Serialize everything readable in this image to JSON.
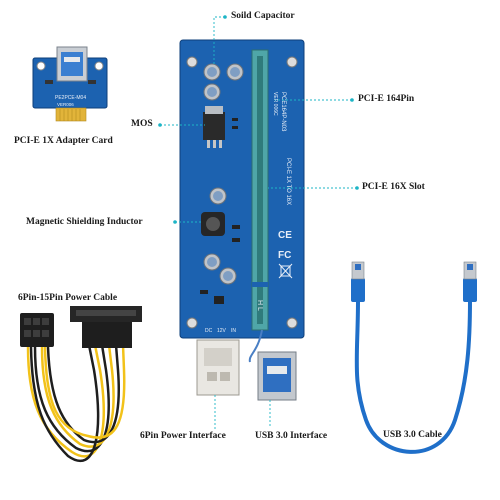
{
  "labels": {
    "capacitor": "Soild Capacitor",
    "pcie164": "PCI-E 164Pin",
    "mos": "MOS",
    "adapter": "PCI-E 1X Adapter Card",
    "pcie16x": "PCI-E 16X Slot",
    "inductor": "Magnetic Shielding Inductor",
    "power_cable": "6Pin-15Pin Power Cable",
    "power_interface": "6Pin Power Interface",
    "usb_interface": "USB 3.0 Interface",
    "usb_cable": "USB 3.0 Cable"
  },
  "board_print": {
    "adapter_model": "PE2PCE-M04",
    "adapter_version": "VER006",
    "riser_model": "PCE164P-N03",
    "riser_version": "VER 006C",
    "riser_slot_text": "PCI-E 1X TO 16X",
    "voltage_labels": [
      "DC",
      "12V",
      "IN"
    ],
    "hl_mark": "H L",
    "ce_mark": "CE",
    "fc_mark": "FC"
  },
  "colors": {
    "board_blue": "#1c62b0",
    "slot_green": "#4fa6a8",
    "cable_blue": "#1f6fc9",
    "leader_teal": "#1db5c6",
    "wire_yellow": "#f2c219",
    "wire_black": "#1e1e1e"
  }
}
